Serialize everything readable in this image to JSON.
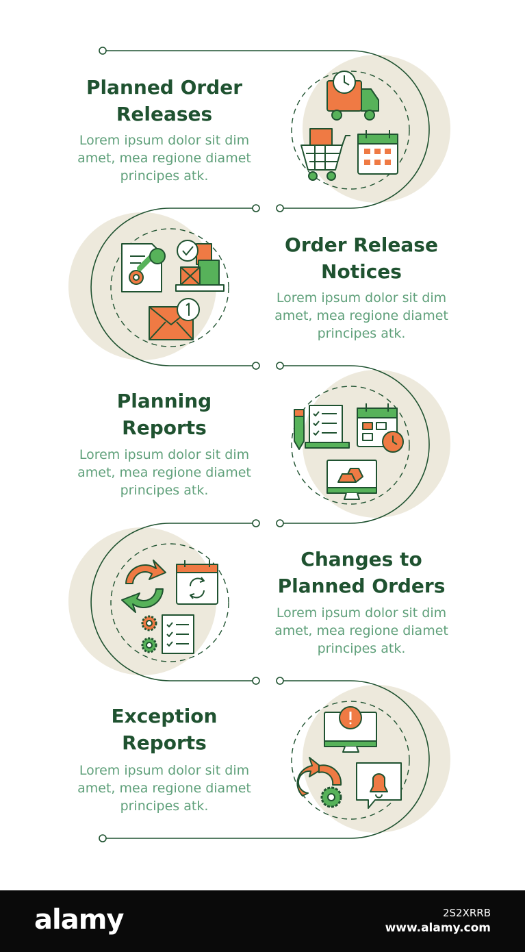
{
  "steps": [
    {
      "title_lines": [
        "Planned Order",
        "Releases"
      ],
      "description_lines": [
        "Lorem ipsum dolor sit dim",
        "amet, mea regione diamet",
        "principes atk."
      ]
    },
    {
      "title_lines": [
        "Order Release",
        "Notices"
      ],
      "description_lines": [
        "Lorem ipsum dolor sit dim",
        "amet, mea regione diamet",
        "principes atk."
      ]
    },
    {
      "title_lines": [
        "Planning",
        "Reports"
      ],
      "description_lines": [
        "Lorem ipsum dolor sit dim",
        "amet, mea regione diamet",
        "principes atk."
      ]
    },
    {
      "title_lines": [
        "Changes to",
        "Planned Orders"
      ],
      "description_lines": [
        "Lorem ipsum dolor sit dim",
        "amet, mea regione diamet",
        "principes atk."
      ]
    },
    {
      "title_lines": [
        "Exception",
        "Reports"
      ],
      "description_lines": [
        "Lorem ipsum dolor sit dim",
        "amet, mea regione diamet",
        "principes atk."
      ]
    }
  ],
  "icons": {
    "step1": [
      "delivery-truck-clock-icon",
      "shopping-cart-box-icon",
      "calendar-icon"
    ],
    "step2": [
      "stamped-document-icon",
      "approved-boxes-icon",
      "envelope-notification-icon"
    ],
    "step3": [
      "checklist-clipboard-icon",
      "calendar-clock-icon",
      "monitor-gold-bars-icon"
    ],
    "step4": [
      "refresh-arrows-icon",
      "calendar-refresh-icon",
      "gear-checklist-icon"
    ],
    "step5": [
      "monitor-alert-icon",
      "refresh-gear-icon",
      "bell-message-icon"
    ]
  },
  "colors": {
    "dark_green": "#1f5230",
    "text_green": "#5fa07a",
    "orange": "#ef7a44",
    "bright_green": "#57b25a",
    "beige": "#ede9dc"
  },
  "footer": {
    "logo": "alamy",
    "image_id": "2S2XRRB",
    "url": "www.alamy.com"
  }
}
